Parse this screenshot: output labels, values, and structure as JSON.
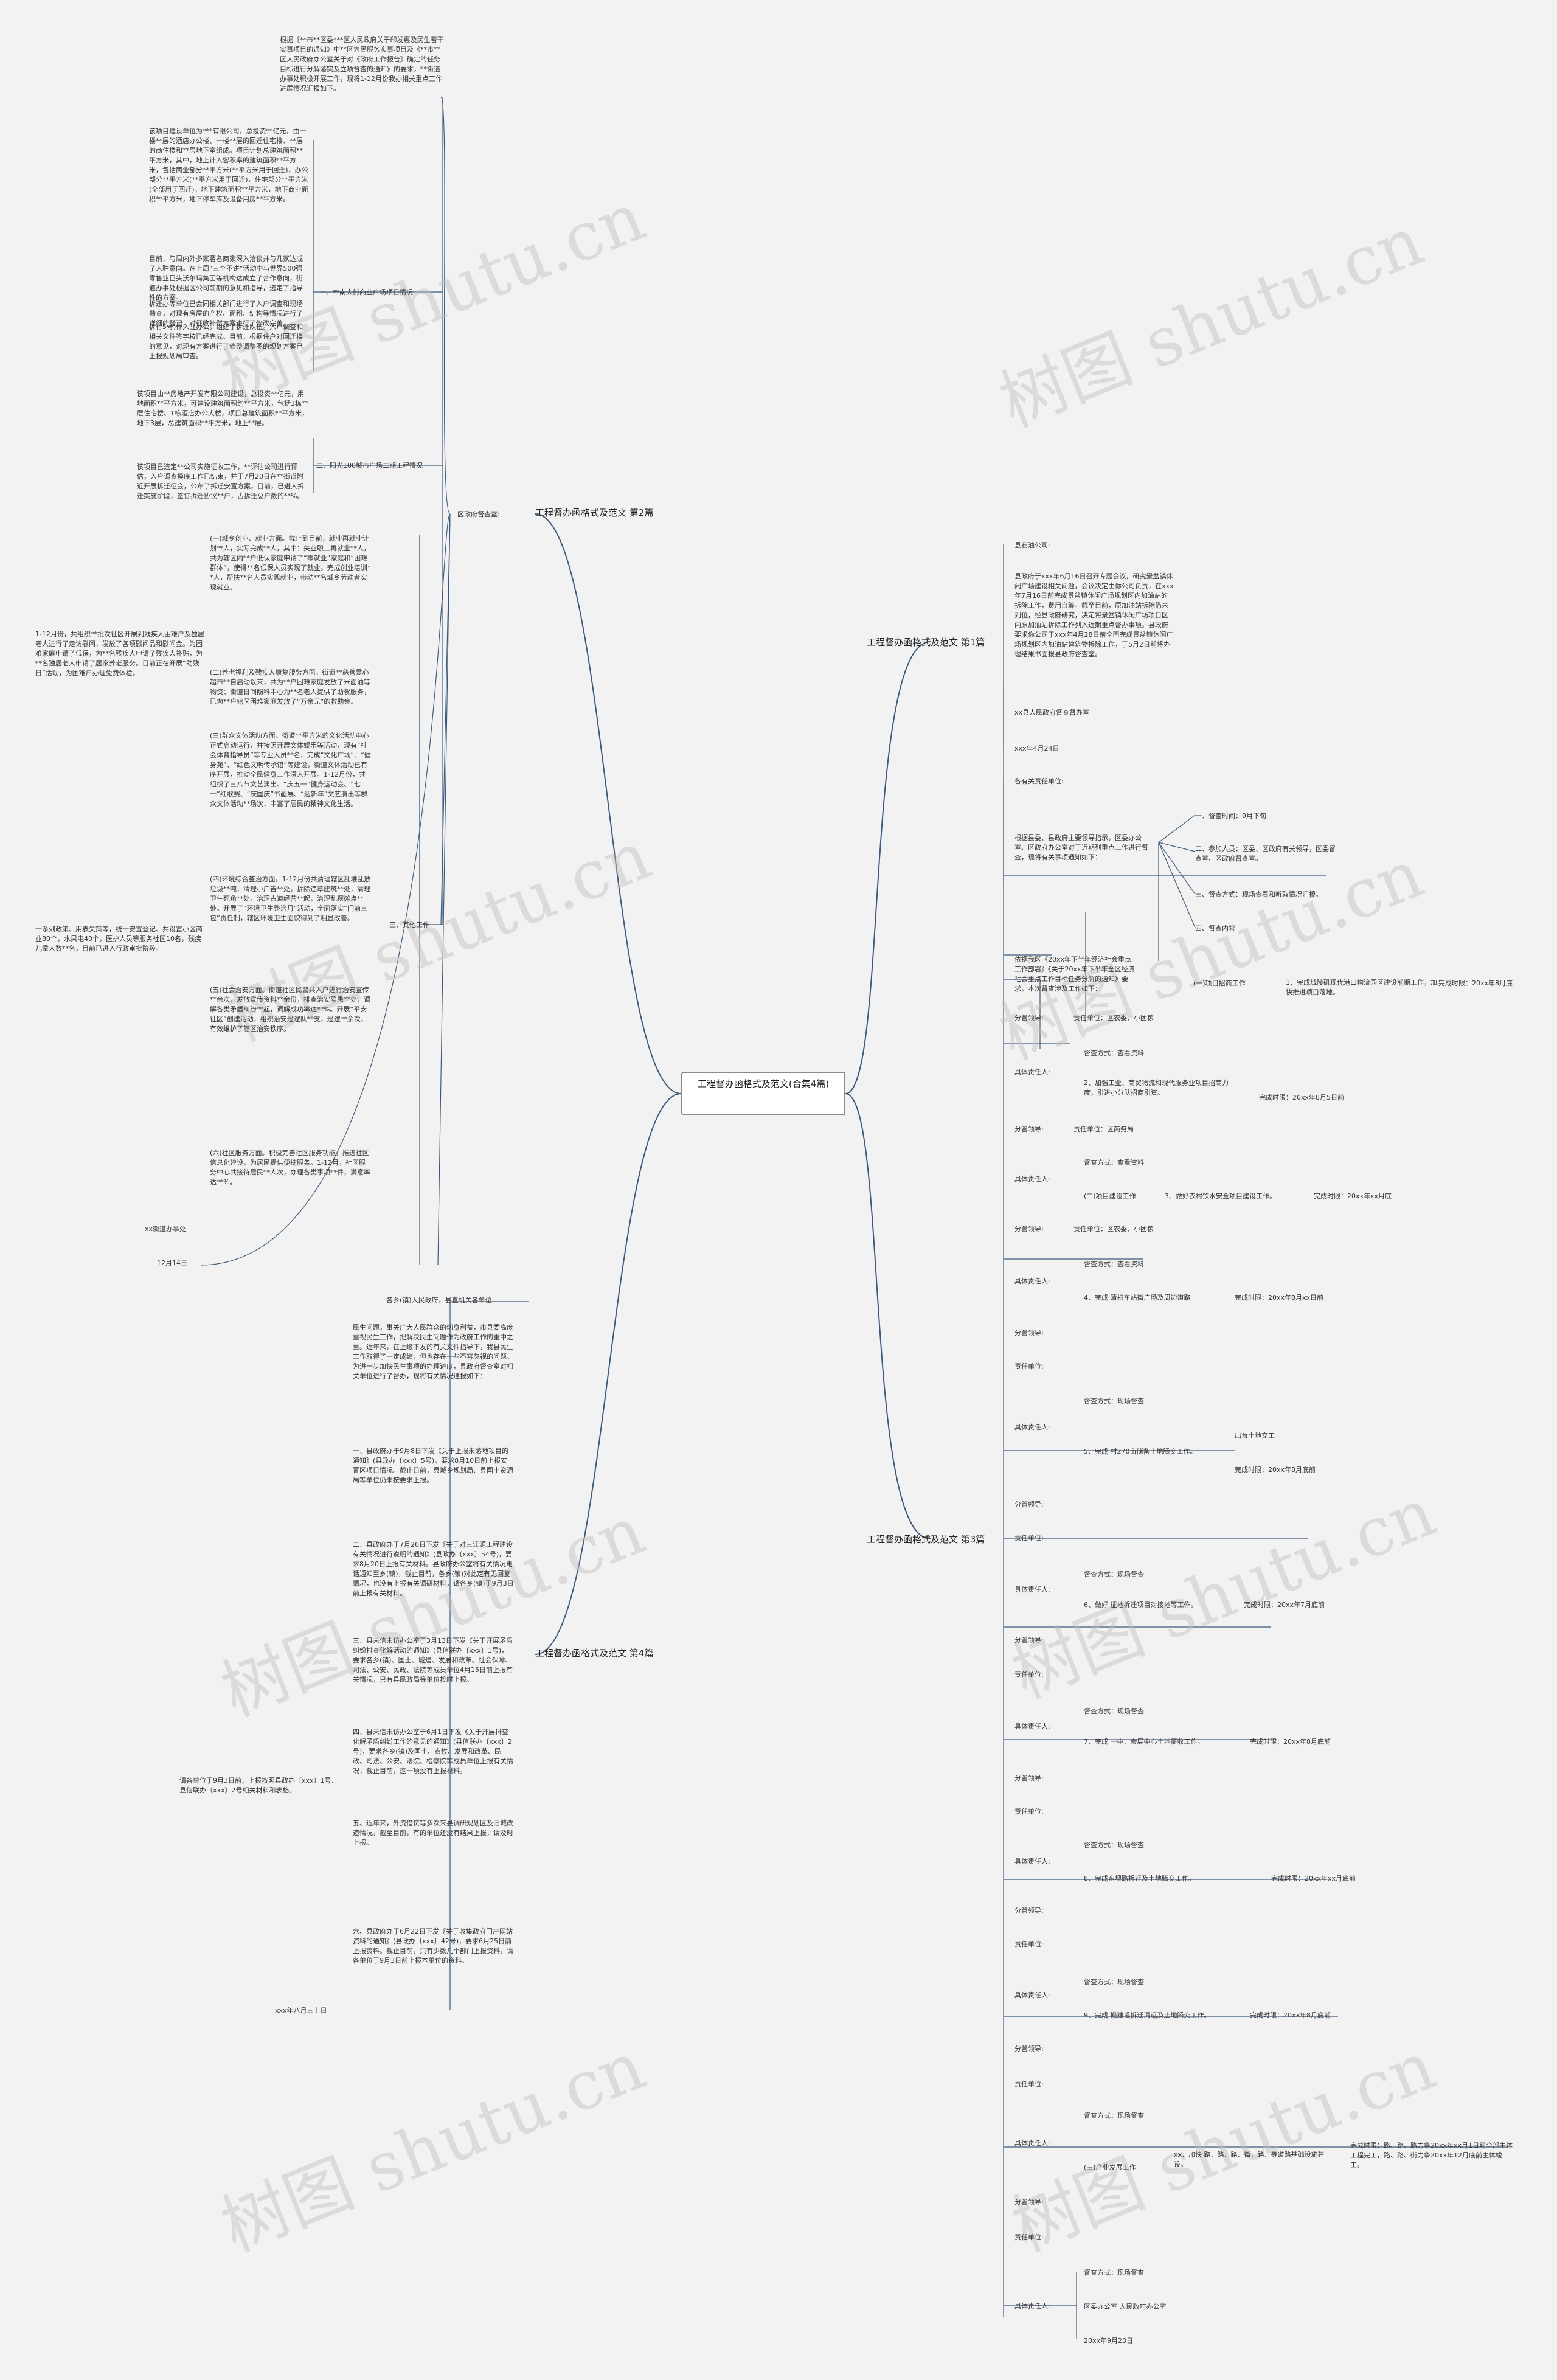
{
  "root": "工程督办函格式及范文(合集4篇)",
  "watermark": "树图 shutu.cn",
  "branches": {
    "b1": "工程督办函格式及范文 第1篇",
    "b2": "工程督办函格式及范文 第2篇",
    "b3": "工程督办函格式及范文 第3篇",
    "b4": "工程督办函格式及范文 第4篇"
  },
  "p1": {
    "greet": "县石油公司:",
    "body": "县政府于xxx年6月16日召开专题会议，研究景盆镇休闲广场建设相关问题，会议决定由你公司负责，在xxx年7月16日前完成景盆镇休闲广场规划区内加油站的拆除工作，费用自筹。截至目前，原加油站拆除仍未到位，经县政府研究，决定将景盆镇休闲广场项目区内原加油站拆除工作列入近期重点督办事项。县政府要求你公司于xxx年4月28日前全面完成景盆镇休闲广场规划区内加油站建筑物拆除工作，于5月2日前将办理结果书面报县政府督查室。",
    "sign": "xx县人民政府督查督办室",
    "date": "xxx年4月24日"
  },
  "p2": {
    "office": "区政府督查室:",
    "intro": "根据《**市**区委***区人民政府关于印发惠及民生若干实事项目的通知》中**区为民服务实事项目及《**市**区人民政府办公室关于对《政府工作报告》确定的任务目标进行分解落实及立项督查的通知》的要求，**街道办事处积极开展工作，现将1-12月份我办相关重点工作进展情况汇报如下。",
    "sec1": "一、**南大街商业广场项目情况",
    "s1a": "该项目建设单位为***有限公司，总投资**亿元，由一楼**层的酒店办公楼、一楼**层的回迁住宅楼、**层的商住楼和**层地下室组成。项目计划总建筑面积**平方米，其中，地上计入容积率的建筑面积**平方米，包括商业部分**平方米(**平方米用于回迁)，办公部分**平方米(**平方米用于回迁)，住宅部分**平方米(全部用于回迁)。地下建筑面积**平方米，地下商业面积**平方米，地下停车库及设备用房**平方米。",
    "s1b": "目前，与周内外多家著名商家深入洽谈并与几家达成了入驻意向。在上周“三个不讲”活动中与世界500强零售业巨头沃尔玛集团等机构达成立了合作意向，街道办事处根据区公司前期的意见和指导，选定了指导性的方案。",
    "s1c": "拆迁办等单位已会同相关部门进行了入户调查和现场勘查，对现有房屋的产权、面积、结构等情况进行了详细的登记，对征收补偿方案进行了修改完善。",
    "s1d": "拆行5号)作入驻办公，组建了拆迁队伍。入户调查和相关文件签字按已经完成。目前，根据住户对回迁楼的意见，对现有方案进行了修整调整图的规划方案已上报规划局审查。",
    "sec2": "二、阳光100城市广场二期工程情况",
    "s2a": "该项目由**房地产开发有限公司建设，总投资**亿元，用地面积**平方米，可建设建筑面积约**平方米，包括3栋**层住宅楼、1栋酒店办公大楼，项目总建筑面积**平方米，地下3层，总建筑面积**平方米，地上**层。",
    "s2b": "该项目已选定**公司实施征收工作，**评估公司进行评估，入户调查摸底工作已结束，并于7月20日在**街道附近开展拆迁征会，公布了拆迁安置方案，目前，已进入拆迁实施阶段，签订拆迁协议**户，占拆迁总户数的**%。",
    "sec3": "三、其他工作",
    "s3a": "(一)城乡创业、就业方面。截止到目前，就业再就业计划**人，实际完成**人，其中：失业职工再就业**人，共为辖区内**户低保家庭申请了“零就业”家庭和“困难群体”，使得**名低保人员实现了就业。完成创业培训**人，帮扶**名人员实现就业，带动**名城乡劳动者实现就业。",
    "s3b": "1-12月份，共组织**批次社区开展到残疾人困难户及独居老人进行了走访慰问，发放了各项慰问品和慰问金。为困难家庭申请了低保，为**名残疾人申请了残疾人补贴，为**名独居老人申请了居家养老服务。目前正在开展“助残日”活动，为困难户办理免费体检。",
    "s3c": "(二)养老福利及残疾人康复服务方面。街道**慈善爱心超市**自启动以来，共为**户困难家庭发放了米面油等物资；街道日间照料中心为**名老人提供了助餐服务，已为**户辖区困难家庭发放了“万余元”的救助金。",
    "s3d": "(三)群众文体活动方面。街道**平方米的文化活动中心正式启动运行，并按照开展文体娱乐等活动，现有“社会体育指导员”等专业人员**名，完成“文化广场”、“健身苑”、“红色文明传承馆”等建设，街道文体活动已有序开展，推动全民健身工作深入开展。1-12月份，共组织了三八节文艺演出、“庆五一”健身运动会、“七一”红歌赛、“庆国庆”书画展、“迎新年”文艺演出等群众文体活动**场次，丰富了居民的精神文化生活。",
    "s3e": "一系列政策、用表失策等，统一安置登记、共设置小区商业80个，水果电40个，医护人员等服务社区10名，残疾儿童人数**名，目前已进入行政审批阶段。",
    "s3f": "(四)环境综合整治方面。1-12月份共清理辖区乱堆乱放垃圾**吨，清理小广告**处，拆除违章建筑**处，清理卫生死角**处，治理占道经营**起，治理乱摆摊点**处。开展了“环境卫生整治月”活动，全面落实“门前三包”责任制，辖区环境卫生面貌得到了明显改善。",
    "s3g": "(五)社会治安方面。街道社区民警共入户进行治安宣传**余次，发放宣传资料**余份，排查治安隐患**处，调解各类矛盾纠纷**起，调解成功率达**%。开展“平安社区”创建活动，组织治安巡逻队**支，巡逻**余次，有效维护了辖区治安秩序。",
    "s3h": "(六)社区服务方面。积极完善社区服务功能，推进社区信息化建设，为居民提供便捷服务。1-12月，社区服务中心共接待居民**人次，办理各类事项**件，满意率达**%。",
    "sign": "xx街道办事处",
    "date": "12月14日"
  },
  "p3": {
    "to": "各有关责任单位:",
    "intro": "根据县委、县政府主要领导指示，区委办公室、区政府办公室对于近期列重点工作进行督查，现将有关事项通知如下：",
    "items": [
      "一、督查时间：9月下旬",
      "二、参加人员：区委、区政府有关领导，区委督查室、区政府督查室。",
      "三、督查方式：现场查看和听取情况汇报。",
      "四、督查内容"
    ],
    "basis": "依据我区《20xx年下半年经济社会重点工作部署》《关于20xx年下半年全区经济社会重点工作目标任务分解的通知》要求，本次督查涉及工作如下：",
    "g1": "(一)项目招商工作",
    "g2": "(二)项目建设工作",
    "g3": "(三)产业发展工作",
    "tasks": [
      {
        "text": "1、完成城陵矶现代港口物流园区建设前期工作，加快推进项目落地。",
        "time": "完成时限：20xx年8月底"
      },
      {
        "text": "2、加强工业、商贸物流和现代服务业项目招商力度，引进小分队招商引资。",
        "time": "完成时限：20xx年8月5日前"
      },
      {
        "text": "3、做好农村饮水安全项目建设工作。",
        "time": "完成时限：20xx年xx月底"
      },
      {
        "text": "4、完成 清扫车站街广场及周边道路",
        "time": "完成时限：20xx年8月xx日前"
      },
      {
        "text": "5、完成 村270亩储备土地腾交工作。",
        "time": "完成时限：20xx年8月底前"
      },
      {
        "text": "6、做好 征地拆迁项目对接地等工作。",
        "time": "完成时限：20xx年7月底前"
      },
      {
        "text": "7、完成 一中、会展中心土地征收工作。",
        "time": "完成时限：20xx年8月底前"
      },
      {
        "text": "8、完成东坝路拆迁及土地腾交工作。",
        "time": "完成时限：20xx年xx月底前"
      },
      {
        "text": "9、完成 搬建设拆迁清运及土地腾交工作。",
        "time": "完成时限：20xx年8月底前"
      },
      {
        "text": "xx、加快 路、路、路、街、路、等道路基础设施建设。",
        "time": "完成时限：路、路、路力争20xx年xx月1日前全部主体工程完工，路、路、街力争20xx年12月底前主体竣工。"
      }
    ],
    "units": [
      {
        "lead": "责任单位：区农委、小团镇",
        "way": "督查方式：查看资料"
      },
      {
        "lead": "责任单位：区商务局",
        "way": "督查方式：查看资料"
      },
      {
        "lead": "责任单位：区农委、小团镇",
        "way": "督查方式：查看资料"
      }
    ],
    "sub": [
      "出台土地交工",
      "完成时限：20xx年8月底前"
    ],
    "lbl_lead": "分管领导:",
    "lbl_unit": "责任单位:",
    "lbl_person": "具体责任人:",
    "way_site": "督查方式：现场督查",
    "sign": "区委办公室 人民政府办公室",
    "date": "20xx年9月23日"
  },
  "p4": {
    "to": "各乡(镇)人民政府，县直机关各单位:",
    "intro": "民生问题，事关广大人民群众的切身利益，市县委高度重视民生工作，把解决民生问题作为政府工作的重中之重。近年来，在上级下发的有关文件指导下，我县民生工作取得了一定成绩，但也存在一些不容忽视的问题。为进一步加快民生事项的办理进度，县政府督查室对相关单位进行了督办，现将有关情况通报如下：",
    "n1": "一、县政府办于9月8日下发《关于上报未落地项目的通知》(县政办〔xxx〕5号)，要求8月10日前上报安置区项目情况。截止目前，县城乡规划局、县国土资源局等单位仍未按要求上报。",
    "n2": "二、县政府办于7月26日下发《关于对三江源工程建设有关情况进行说明的通知》(县政办〔xxx〕54号)，要求8月20日上报有关材料。县政府办公室将有关情况电话通知至乡(镇)，截止目前，各乡(镇)对此定有无回复情况，也没有上报有关调研材料，请各乡(镇)于9月3日前上报有关材料。",
    "n3": "三、县未信未访办公室于3月13日下发《关于开展矛盾纠纷排查化解活动的通知》(县信联办〔xxx〕1号)，要求各乡(镇)、国土、城建、发展和改革、社会保障、司法、公安、民政、法院等成员单位4月15日前上报有关情况，只有县民政局等单位按时上报。",
    "n4": "四、县未信未访办公室于6月1日下发《关于开展排查化解矛盾纠纷工作的意见的通知》(县信联办〔xxx〕2号)，要求各乡(镇)及国土、农牧、发展和改革、民政、司法、公安、法院、检察院等成员单位上报有关情况，截止目前，这一项没有上报材料。",
    "n5": "五、近年来，外资借贷等多次来县调研规划区及旧城改造情况，截至目前，有的单位还没有结果上报，请及时上报。",
    "n6": "六、县政府办于6月22日下发《关于收集政府门户网站资料的通知》(县政办〔xxx〕42号)，要求6月25日前上报资料。截止目前，只有少数几个部门上报资料，请各单位于9月3日前上报本单位的资料。",
    "note": "请各单位于9月3日前，上报按照县政办〔xxx〕1号、县信联办〔xxx〕2号相关材料和表格。",
    "date": "xxx年八月三十日"
  }
}
